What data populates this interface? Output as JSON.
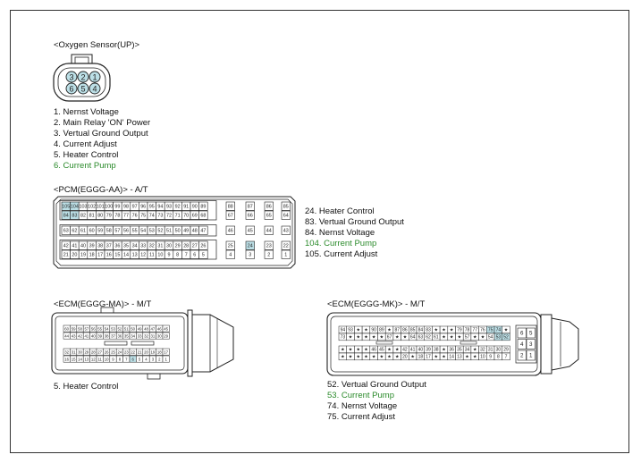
{
  "o2": {
    "title": "<Oxygen Sensor(UP)>",
    "pins": [
      "3",
      "2",
      "1",
      "6",
      "5",
      "4"
    ],
    "legend": [
      {
        "text": "1. Nernst Voltage",
        "color": "#111111"
      },
      {
        "text": "2. Main Relay 'ON' Power",
        "color": "#111111"
      },
      {
        "text": "3. Vertual Ground Output",
        "color": "#111111"
      },
      {
        "text": "4. Current Adjust",
        "color": "#111111"
      },
      {
        "text": "5. Heater Control",
        "color": "#111111"
      },
      {
        "text": "6. Current Pump",
        "color": "#2a8a2a"
      }
    ]
  },
  "pcm": {
    "title": "<PCM(EGGG-AA)> - A/T",
    "rows": [
      [
        "105",
        "104",
        "103",
        "102",
        "101",
        "100",
        "99",
        "98",
        "97",
        "96",
        "95",
        "94",
        "93",
        "92",
        "91",
        "90",
        "89",
        "88",
        "87",
        "86",
        "85"
      ],
      [
        "84",
        "83",
        "82",
        "81",
        "80",
        "79",
        "78",
        "77",
        "76",
        "75",
        "74",
        "73",
        "72",
        "71",
        "70",
        "69",
        "68",
        "67",
        "66",
        "65",
        "64"
      ],
      [
        "63",
        "62",
        "61",
        "60",
        "59",
        "58",
        "57",
        "56",
        "55",
        "54",
        "53",
        "52",
        "51",
        "50",
        "49",
        "48",
        "47",
        "46",
        "45",
        "44",
        "43"
      ],
      [
        "42",
        "41",
        "40",
        "39",
        "38",
        "37",
        "36",
        "35",
        "34",
        "33",
        "32",
        "31",
        "30",
        "29",
        "28",
        "27",
        "26",
        "25",
        "24",
        "23",
        "22"
      ],
      [
        "21",
        "20",
        "19",
        "18",
        "17",
        "16",
        "15",
        "14",
        "13",
        "12",
        "11",
        "10",
        "9",
        "8",
        "7",
        "6",
        "5",
        "4",
        "3",
        "2",
        "1"
      ]
    ],
    "highlight": [
      "105",
      "104",
      "84",
      "83",
      "24"
    ],
    "legend": [
      {
        "text": "24. Heater Control",
        "color": "#111111"
      },
      {
        "text": "83. Vertual Ground Output",
        "color": "#111111"
      },
      {
        "text": "84. Nernst Voltage",
        "color": "#111111"
      },
      {
        "text": "104. Current Pump",
        "color": "#2a8a2a"
      },
      {
        "text": "105. Current Adjust",
        "color": "#111111"
      }
    ]
  },
  "ecm_ma": {
    "title": "<ECM(EGGG-MA)> - M/T",
    "rows": [
      [
        "60",
        "59",
        "58",
        "57",
        "56",
        "55",
        "54",
        "53",
        "52",
        "51",
        "50",
        "49",
        "48",
        "47",
        "46",
        "45"
      ],
      [
        "44",
        "43",
        "42",
        "41",
        "40",
        "39",
        "38",
        "37",
        "36",
        "35",
        "34",
        "33",
        "32",
        "31",
        "30",
        "29"
      ],
      [
        "32",
        "31",
        "30",
        "29",
        "28",
        "27",
        "26",
        "25",
        "24",
        "23",
        "22",
        "21",
        "20",
        "19",
        "18",
        "17"
      ],
      [
        "16",
        "15",
        "14",
        "13",
        "12",
        "11",
        "10",
        "9",
        "8",
        "7",
        "6",
        "5",
        "4",
        "3",
        "2",
        "1"
      ]
    ],
    "highlight_row": 3,
    "highlight_index": 10,
    "legend": [
      {
        "text": "5. Heater Control",
        "color": "#111111"
      }
    ]
  },
  "ecm_mk": {
    "title": "<ECM(EGGG-MK)> - M/T",
    "rows": [
      [
        "94",
        "93",
        "★",
        "★",
        "90",
        "89",
        "★",
        "87",
        "86",
        "85",
        "84",
        "83",
        "★",
        "★",
        "★",
        "79",
        "78",
        "77",
        "76",
        "75",
        "74",
        "★"
      ],
      [
        "73",
        "★",
        "★",
        "★",
        "★",
        "★",
        "67",
        "★",
        "★",
        "64",
        "63",
        "62",
        "61",
        "★",
        "★",
        "★",
        "57",
        "★",
        "★",
        "54",
        "53",
        "52"
      ],
      [
        "★",
        "★",
        "★",
        "★",
        "46",
        "45",
        "★",
        "★",
        "42",
        "41",
        "40",
        "39",
        "38",
        "★",
        "36",
        "35",
        "34",
        "★",
        "32",
        "31",
        "30",
        "29"
      ],
      [
        "★",
        "★",
        "★",
        "★",
        "★",
        "★",
        "★",
        "★",
        "20",
        "★",
        "18",
        "17",
        "★",
        "★",
        "14",
        "13",
        "★",
        "★",
        "10",
        "9",
        "8",
        "7"
      ]
    ],
    "side_pins": [
      [
        "6",
        "5"
      ],
      [
        "4",
        "3"
      ],
      [
        "2",
        "1"
      ]
    ],
    "highlight": [
      "74",
      "75",
      "53",
      "52"
    ],
    "legend": [
      {
        "text": "52. Vertual Ground Output",
        "color": "#111111"
      },
      {
        "text": "53. Current Pump",
        "color": "#2a8a2a"
      },
      {
        "text": "74. Nernst Voltage",
        "color": "#111111"
      },
      {
        "text": "75. Current Adjust",
        "color": "#111111"
      }
    ]
  }
}
